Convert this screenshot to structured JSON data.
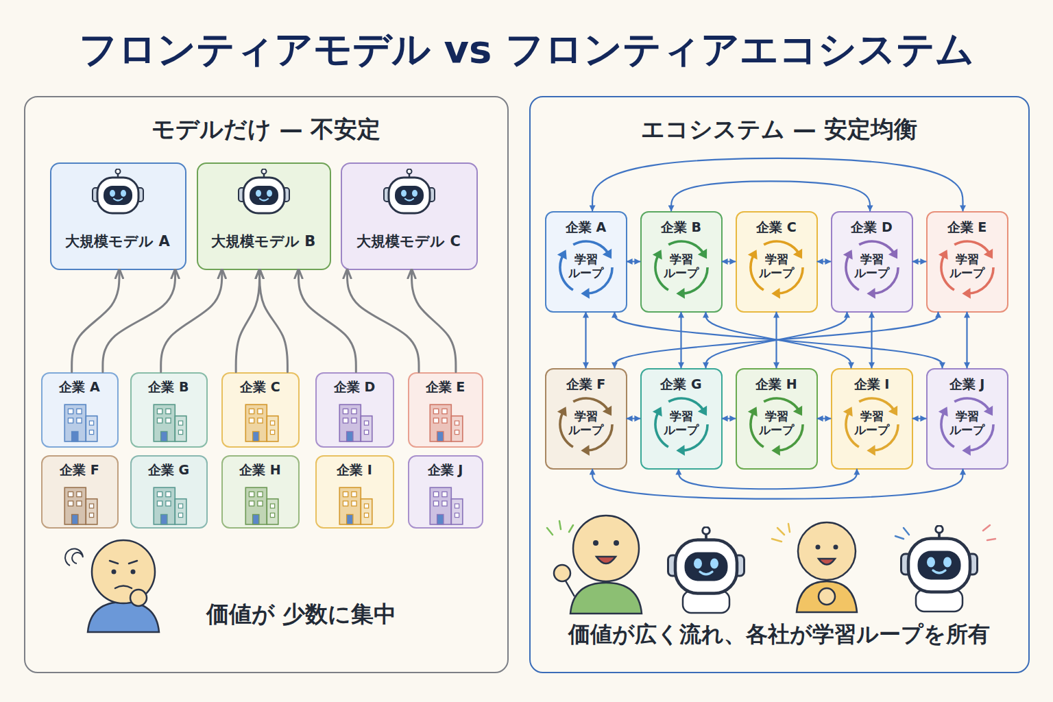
{
  "diagram": {
    "title": "フロンティアモデル vs フロンティアエコシステム",
    "nodes": [
      {
        "text": [
          "モデルだけ — 不安定",
          "価値が 少数に集中"
        ]
      },
      {
        "text": [
          "大規模モデル A"
        ],
        "in": 0
      },
      {
        "text": [
          "大規模モデル B"
        ],
        "in": 0
      },
      {
        "text": [
          "大規模モデル C"
        ],
        "in": 0
      },
      {
        "text": [
          "企業 A"
        ],
        "in": 0
      },
      {
        "text": [
          "企業 B"
        ],
        "in": 0
      },
      {
        "text": [
          "企業 C"
        ],
        "in": 0
      },
      {
        "text": [
          "企業 D"
        ],
        "in": 0
      },
      {
        "text": [
          "企業 E"
        ],
        "in": 0
      },
      {
        "text": [
          "企業 F"
        ],
        "in": 0
      },
      {
        "text": [
          "企業 G"
        ],
        "in": 0
      },
      {
        "text": [
          "企業 H"
        ],
        "in": 0
      },
      {
        "text": [
          "企業 I"
        ],
        "in": 0
      },
      {
        "text": [
          "企業 J"
        ],
        "in": 0
      },
      {
        "text": [
          "エコシステム — 安定均衡",
          "価値が広く流れ、各社が学習ループを所有"
        ]
      },
      {
        "text": [
          "企業 A",
          "学習 ループ"
        ],
        "in": 14
      },
      {
        "text": [
          "企業 B",
          "学習 ループ"
        ],
        "in": 14
      },
      {
        "text": [
          "企業 C",
          "学習 ループ"
        ],
        "in": 14
      },
      {
        "text": [
          "企業 D",
          "学習 ループ"
        ],
        "in": 14
      },
      {
        "text": [
          "企業 E",
          "学習 ループ"
        ],
        "in": 14
      },
      {
        "text": [
          "企業 F",
          "学習 ループ"
        ],
        "in": 14
      },
      {
        "text": [
          "企業 G",
          "学習 ループ"
        ],
        "in": 14
      },
      {
        "text": [
          "企業 H",
          "学習 ループ"
        ],
        "in": 14
      },
      {
        "text": [
          "企業 I",
          "学習 ループ"
        ],
        "in": 14
      },
      {
        "text": [
          "企業 J",
          "学習 ループ"
        ],
        "in": 14
      }
    ],
    "edges": [
      {
        "from": 4,
        "to": 1,
        "arrow": "to"
      },
      {
        "from": 4,
        "to": 1,
        "arrow": "to"
      },
      {
        "from": 5,
        "to": 2,
        "arrow": "to"
      },
      {
        "from": 6,
        "to": 2,
        "arrow": "to"
      },
      {
        "from": 6,
        "to": 2,
        "arrow": "to"
      },
      {
        "from": 7,
        "to": 2,
        "arrow": "to"
      },
      {
        "from": 8,
        "to": 3,
        "arrow": "to"
      },
      {
        "from": 8,
        "to": 3,
        "arrow": "to"
      },
      {
        "from": 15,
        "to": 16,
        "arrow": "both"
      },
      {
        "from": 16,
        "to": 17,
        "arrow": "both"
      },
      {
        "from": 17,
        "to": 18,
        "arrow": "both"
      },
      {
        "from": 18,
        "to": 19,
        "arrow": "both"
      },
      {
        "from": 20,
        "to": 21,
        "arrow": "both"
      },
      {
        "from": 21,
        "to": 22,
        "arrow": "both"
      },
      {
        "from": 22,
        "to": 23,
        "arrow": "both"
      },
      {
        "from": 23,
        "to": 24,
        "arrow": "both"
      },
      {
        "from": 15,
        "to": 20,
        "arrow": "both"
      },
      {
        "from": 16,
        "to": 21,
        "arrow": "both"
      },
      {
        "from": 17,
        "to": 22,
        "arrow": "both"
      },
      {
        "from": 18,
        "to": 23,
        "arrow": "both"
      },
      {
        "from": 19,
        "to": 24,
        "arrow": "both"
      },
      {
        "from": 15,
        "to": 19,
        "arrow": "both"
      },
      {
        "from": 16,
        "to": 18,
        "arrow": "both"
      },
      {
        "from": 20,
        "to": 24,
        "arrow": "both"
      },
      {
        "from": 21,
        "to": 23,
        "arrow": "both"
      },
      {
        "from": 15,
        "to": 24,
        "arrow": "both"
      },
      {
        "from": 20,
        "to": 19,
        "arrow": "both"
      },
      {
        "from": 16,
        "to": 23,
        "arrow": "both"
      },
      {
        "from": 18,
        "to": 21,
        "arrow": "both"
      }
    ]
  }
}
